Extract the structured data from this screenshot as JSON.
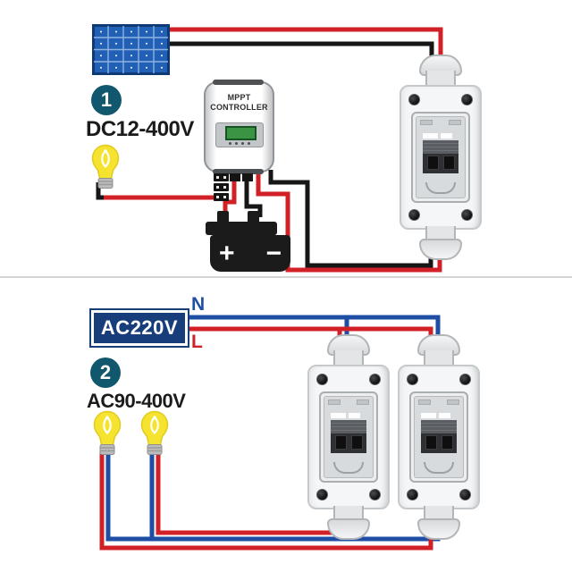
{
  "colors": {
    "wire_red": "#d22027",
    "wire_black": "#171515",
    "wire_blue": "#1e4fa5",
    "badge_teal": "#11586e",
    "navy": "#173e7a",
    "bulb_yellow": "#f5e330",
    "panel_blue": "#2160b4"
  },
  "section1": {
    "badge": "1",
    "voltage_label": "DC12-400V",
    "controller_label_line1": "MPPT",
    "controller_label_line2": "CONTROLLER",
    "battery_plus": "+",
    "battery_minus": "−"
  },
  "section2": {
    "badge": "2",
    "voltage_label": "AC90-400V",
    "source_label": "AC220V",
    "neutral_label": "N",
    "line_label": "L"
  }
}
